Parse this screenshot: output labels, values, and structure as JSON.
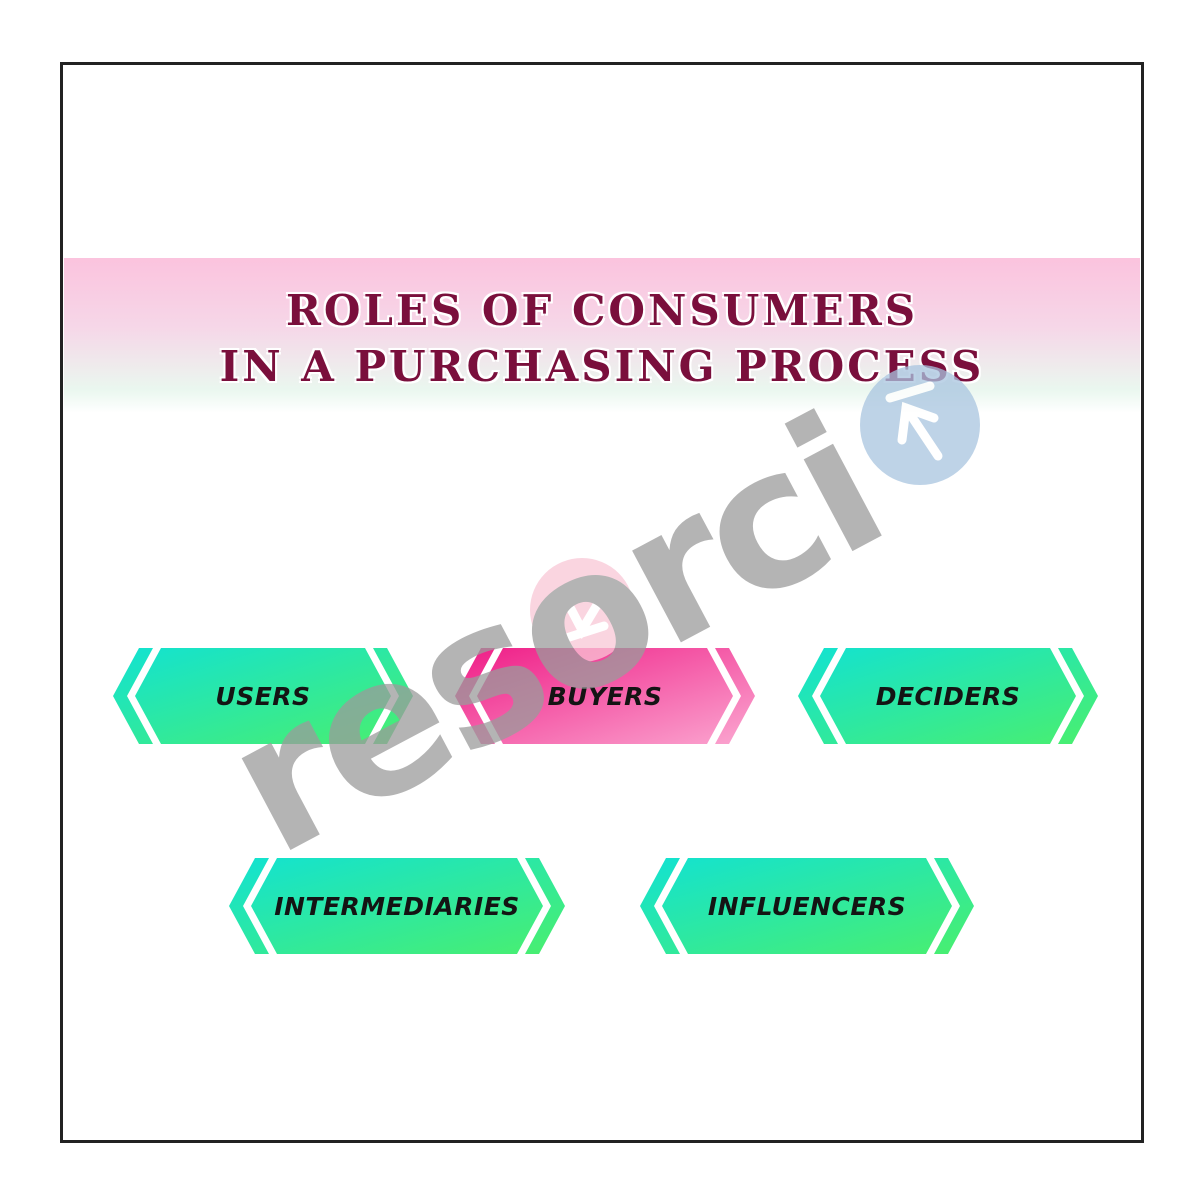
{
  "title": {
    "line1": "ROLES OF CONSUMERS",
    "line2": "IN A PURCHASING PROCESS"
  },
  "roles": [
    {
      "label": "USERS",
      "variant": "green"
    },
    {
      "label": "BUYERS",
      "variant": "pink"
    },
    {
      "label": "DECIDERS",
      "variant": "green"
    },
    {
      "label": "INTERMEDIARIES",
      "variant": "green"
    },
    {
      "label": "INFLUENCERS",
      "variant": "green"
    }
  ],
  "colors": {
    "title_text": "#7a0f3c",
    "band_top": "#fbc3de",
    "green_start": "#12e2d2",
    "green_end": "#4aef6e",
    "pink_start": "#ef1c86",
    "pink_end": "#fba6d0",
    "frame": "#222222"
  },
  "watermark": {
    "text": "resorci"
  }
}
